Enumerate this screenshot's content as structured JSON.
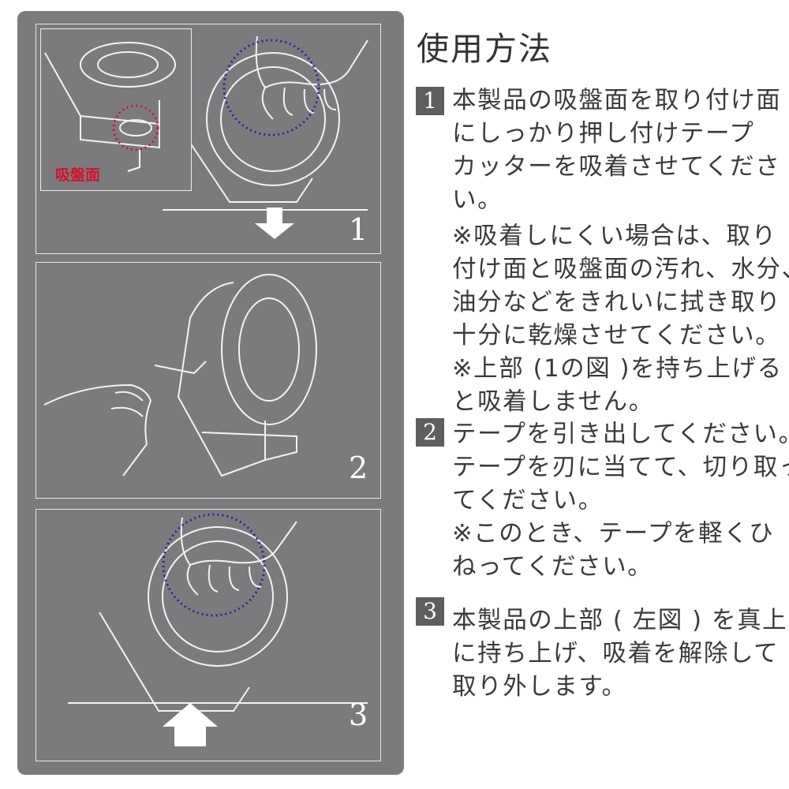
{
  "illustration": {
    "inset_label": "吸盤面",
    "panel_numbers": [
      "1",
      "2",
      "3"
    ],
    "colors": {
      "panel_bg": "#7b7b7d",
      "highlight_red": "#d8102a",
      "highlight_blue": "#1a2a9a"
    }
  },
  "instructions": {
    "title": "使用方法",
    "steps": [
      {
        "number": "1",
        "lines": [
          "本製品の吸盤面を取り付け面",
          "にしっかり押し付けテープ",
          "カッターを吸着させてくださ",
          "い。"
        ],
        "note_lines": [
          "※吸着しにくい場合は、取り",
          "付け面と吸盤面の汚れ、水分、",
          "油分などをきれいに拭き取り",
          "十分に乾燥させてください。",
          "※上部 (1の図 )を持ち上げる",
          "と吸着しません。"
        ]
      },
      {
        "number": "2",
        "lines": [
          "テープを引き出してください。",
          "テープを刃に当てて、切り取っ",
          "てください。"
        ],
        "note_lines": [
          "※このとき、テープを軽くひ",
          "ねってください。"
        ]
      },
      {
        "number": "3",
        "lines": [
          "本製品の上部 ( 左図 ) を真上",
          "に持ち上げ、吸着を解除して",
          "取り外します。"
        ],
        "note_lines": []
      }
    ]
  }
}
